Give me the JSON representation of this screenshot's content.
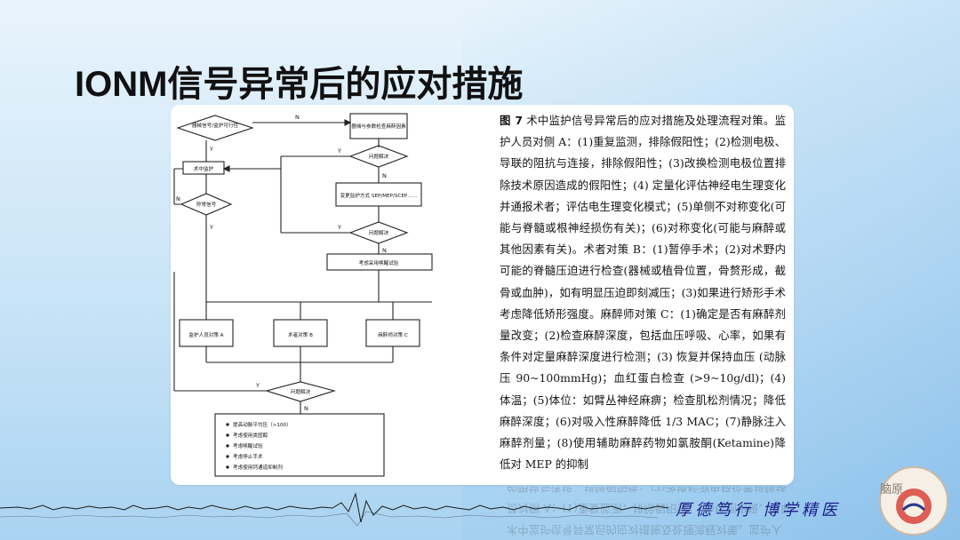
{
  "slide": {
    "title": "IONM信号异常后的应对措施"
  },
  "flowchart": {
    "decision_top": "器械信号/监护可行性",
    "box_equipment": "器械与参数检查麻醉因素",
    "decision_resolve1": "问题解决",
    "box_monitoring": "术中监护",
    "box_change_mode": "变更监护方式 SEP/MEP/SCEP……",
    "decision_abnormal": "异常信号",
    "decision_resolve2": "问题解决",
    "box_wakeup": "考虑采用唤醒试验",
    "role_monitor": "监护人员对策 A",
    "role_surgeon": "术者对策 B",
    "role_anesth": "麻醉师对策 C",
    "decision_resolve3": "问题解决",
    "label_n": "N",
    "label_y": "Y",
    "final_items": [
      "提高动脉平均压（>100）",
      "考虑使用类固醇",
      "考虑唤醒试验",
      "考虑停止手术",
      "考虑使用钙通道抑制剂"
    ]
  },
  "caption": {
    "fig_label": "图 7",
    "text": "术中监护信号异常后的应对措施及处理流程对策。监护人员对侧 A：(1)重复监测，排除假阳性；(2)检测电极、导联的阻抗与连接，排除假阳性；(3)改换检测电极位置排除技术原因造成的假阳性；(4) 定量化评估神经电生理变化并通报术者；评估电生理变化模式；(5)单侧不对称变化(可能与脊髓或根神经损伤有关)；(6)对称变化(可能与麻醉或其他因素有关)。术者对策 B：(1)暂停手术；(2)对术野内可能的脊髓压迫进行检查(器械或植骨位置，骨赘形成，截骨或血肿)，如有明显压迫即刻减压；(3)如果进行矫形手术考虑降低矫形强度。麻醉师对策 C：(1)确定是否有麻醉剂量改变；(2)检查麻醉深度，包括血压呼吸、心率，如果有条件对定量麻醉深度进行检测；(3) 恢复并保持血压 (动脉压 90~100mmHg)；血红蛋白检查 (>9~10g/dl)；(4)体温；(5)体位：如臂丛神经麻痹；检查肌松剂情况；降低麻醉深度；(6)对吸入性麻醉降低 1/3 MAC；(7)静脉注入麻醉剂量；(8)使用辅助麻醉药物如氯胺酮(Ketamine)降低对 MEP 的抑制"
  },
  "footer": {
    "calligraphy": "厚德笃行 博学精医",
    "seal_text": "脑原"
  },
  "colors": {
    "title": "#111111",
    "calligraphy": "#1a1e8a",
    "background_top": "#e8f4fc",
    "background_bottom": "#a9d3f1"
  }
}
